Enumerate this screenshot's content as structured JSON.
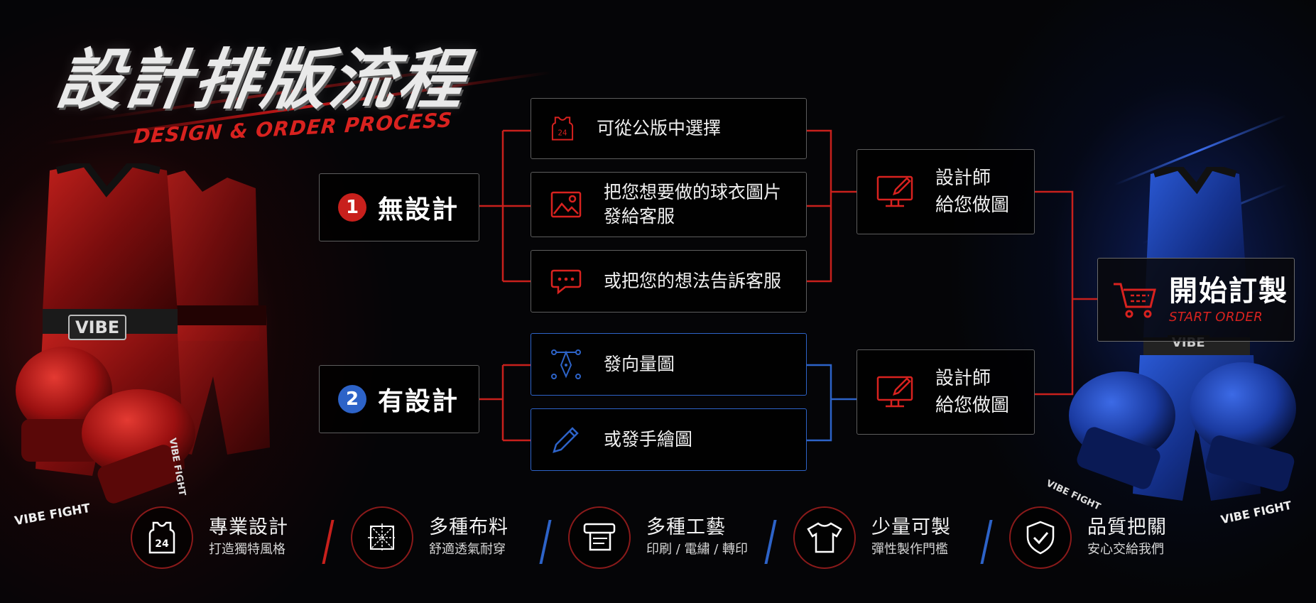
{
  "header": {
    "title": "設計排版流程",
    "subtitle": "DESIGN & ORDER PROCESS"
  },
  "decor": {
    "uniform_red_brand": "VIBE",
    "glove_red_text": "VIBE FIGHT",
    "glove_red_text_2": "VIBE FIGHT",
    "uniform_blue_brand": "VIBE",
    "glove_blue_text": "VIBE FIGHT",
    "glove_blue_text_2": "VIBE FIGHT"
  },
  "colors": {
    "accent_red": "#d8221f",
    "accent_blue": "#2d63c8",
    "box_border": "#5d5d5d"
  },
  "flow": {
    "no_design": {
      "number": "1",
      "label": "無設計",
      "options": [
        {
          "text": "可從公版中選擇",
          "icon": "jersey-icon",
          "icon_text": "24"
        },
        {
          "text_line1": "把您想要做的球衣圖片",
          "text_line2": "發給客服",
          "icon": "image-icon"
        },
        {
          "text": "或把您的想法告訴客服",
          "icon": "chat-bubble-icon"
        }
      ],
      "designer_line1": "設計師",
      "designer_line2": "給您做圖",
      "designer_icon": "monitor-pen-icon"
    },
    "has_design": {
      "number": "2",
      "label": "有設計",
      "options": [
        {
          "text": "發向量圖",
          "icon": "vector-pen-icon"
        },
        {
          "text": "或發手繪圖",
          "icon": "pencil-icon"
        }
      ],
      "designer_line1": "設計師",
      "designer_line2": "給您做圖",
      "designer_icon": "monitor-pen-icon"
    },
    "start": {
      "label": "開始訂製",
      "sub": "START ORDER",
      "icon": "shopping-cart-icon"
    }
  },
  "features": [
    {
      "title": "專業設計",
      "sub": "打造獨特風格",
      "icon": "jersey-24-icon",
      "icon_text": "24"
    },
    {
      "title": "多種布料",
      "sub": "舒適透氣耐穿",
      "icon": "fabric-icon"
    },
    {
      "title": "多種工藝",
      "sub": "印刷 / 電繡 / 轉印",
      "icon": "printing-icon"
    },
    {
      "title": "少量可製",
      "sub": "彈性製作門檻",
      "icon": "tshirt-icon"
    },
    {
      "title": "品質把關",
      "sub": "安心交給我們",
      "icon": "shield-check-icon"
    }
  ]
}
